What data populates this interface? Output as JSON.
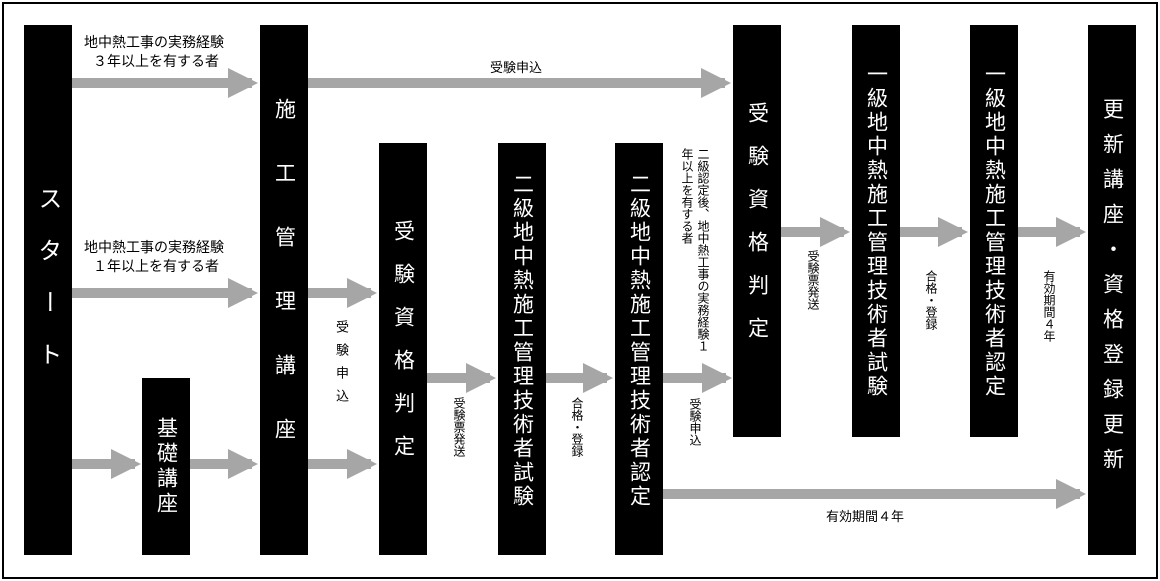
{
  "boxes": {
    "start": "スタート",
    "kiso": "基礎講座",
    "sekou": "施工管理講座",
    "shikaku1": "受験資格判定",
    "exam2": "二級地中熱施工管理技術者試験",
    "cert2": "二級地中熱施工管理技術者認定",
    "shikaku2": "受験資格判定",
    "exam1": "一級地中熱施工管理技術者試験",
    "cert1": "一級地中熱施工管理技術者認定",
    "renew": "更新講座・資格登録更新"
  },
  "labels": {
    "exp3_line1": "地中熱工事の実務経験",
    "exp3_line2": "３年以上を有する者",
    "exp1_line1": "地中熱工事の実務経験",
    "exp1_line2": "１年以上を有する者",
    "apply_top": "受験申込",
    "apply_left": "受験申込",
    "ticket1": "受験票発送",
    "pass1": "合格・登録",
    "after2": "二級認定後、地中熱工事の実務経験１年以上を有する者",
    "apply_right": "受験申込",
    "ticket2": "受験票発送",
    "pass2": "合格・登録",
    "valid_v": "有効期間４年",
    "valid_h": "有効期間４年"
  },
  "colors": {
    "box": "#000000",
    "box_text": "#ffffff",
    "arrow": "#a6a6a6",
    "border": "#000000"
  }
}
